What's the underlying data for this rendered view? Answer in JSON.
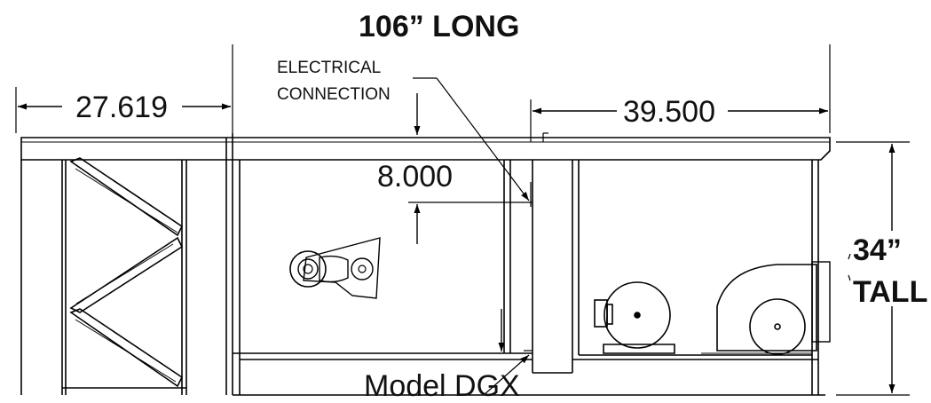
{
  "drawing": {
    "title": "106” LONG",
    "callout": {
      "line1": "ELECTRICAL",
      "line2": "CONNECTION"
    },
    "dimensions": {
      "left_width": "27.619",
      "right_width": "39.500",
      "connection_height": "8.000",
      "height_line1": "34”",
      "height_line2": "TALL"
    },
    "model": "Model DGX"
  }
}
